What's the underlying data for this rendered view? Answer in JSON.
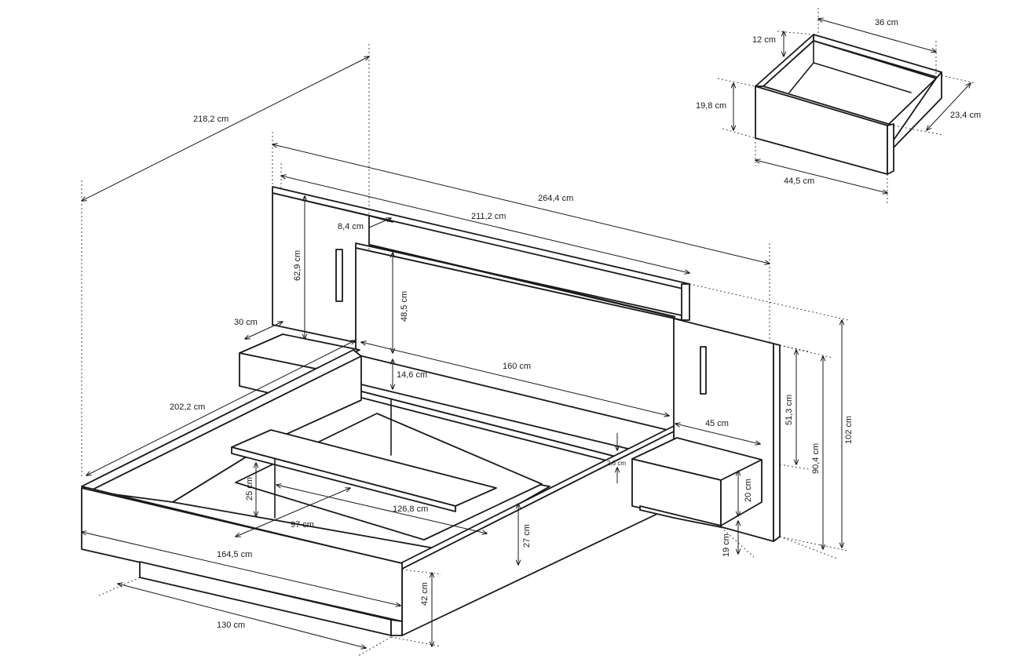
{
  "dimensions": {
    "overall_length": "218,2 cm",
    "headboard_width": "264,4 cm",
    "headboard_inner": "211,2 cm",
    "shelf_depth": "8,4 cm",
    "side_panel_height": "62,9 cm",
    "nightstand_depth": "30 cm",
    "frame_length": "202,2 cm",
    "headboard_panel_height": "48,5 cm",
    "mattress_width": "160 cm",
    "shelf_gap": "14,6 cm",
    "shelf_thickness": "2,6 cm",
    "nightstand_width": "45 cm",
    "panel_lower_height": "51,3 cm",
    "headboard_height": "90,4 cm",
    "total_height": "102 cm",
    "drawer_front_height": "20 cm",
    "nightstand_floor_gap": "19 cm",
    "slat_drop": "25 cm",
    "slat_length": "126,8 cm",
    "inner_width": "97 cm",
    "frame_side_height": "27 cm",
    "frame_width": "164,5 cm",
    "bed_height": "42 cm",
    "base_width": "130 cm"
  },
  "drawer": {
    "width": "36 cm",
    "side_height": "12 cm",
    "front_height": "19,8 cm",
    "depth": "23,4 cm",
    "front_width": "44,5 cm"
  }
}
